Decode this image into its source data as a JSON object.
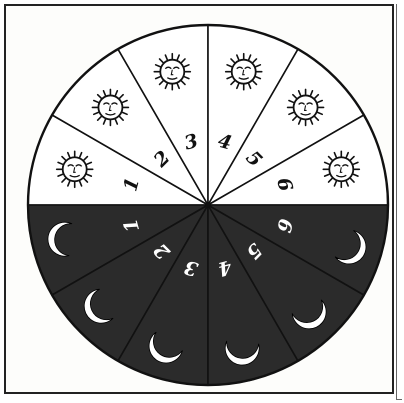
{
  "colors": {
    "day": "#ffffff",
    "night": "#2b2b2b",
    "line": "#111111",
    "moon": "#ffffff"
  },
  "day_slices": [
    {
      "number": "1",
      "icon": "sun-face-icon"
    },
    {
      "number": "2",
      "icon": "sun-face-icon"
    },
    {
      "number": "3",
      "icon": "sun-face-icon"
    },
    {
      "number": "4",
      "icon": "sun-face-icon"
    },
    {
      "number": "5",
      "icon": "sun-face-icon"
    },
    {
      "number": "6",
      "icon": "sun-face-icon"
    }
  ],
  "night_slices": [
    {
      "number": "1",
      "icon": "crescent-moon-icon"
    },
    {
      "number": "2",
      "icon": "crescent-moon-icon"
    },
    {
      "number": "3",
      "icon": "crescent-moon-icon"
    },
    {
      "number": "4",
      "icon": "crescent-moon-icon"
    },
    {
      "number": "5",
      "icon": "crescent-moon-icon"
    },
    {
      "number": "6",
      "icon": "crescent-moon-icon"
    }
  ]
}
